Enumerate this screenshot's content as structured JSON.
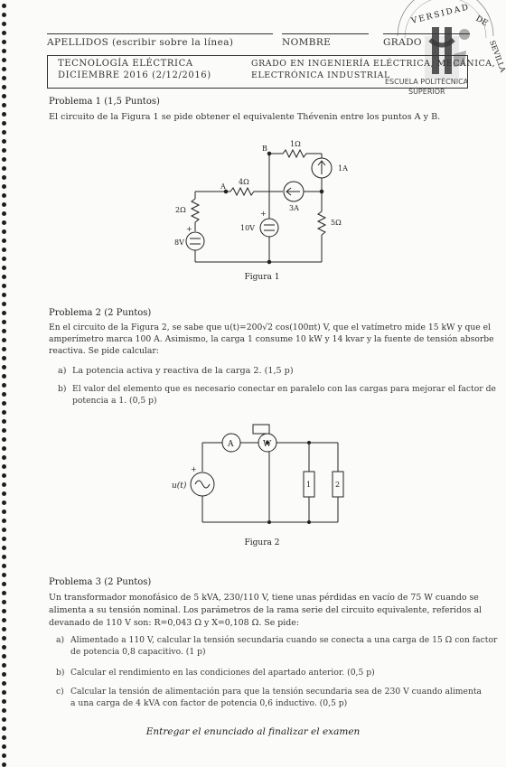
{
  "header": {
    "apellidos_label": "APELLIDOS (escribir sobre la línea)",
    "nombre_label": "NOMBRE",
    "grado_label": "GRADO",
    "subject": "TECNOLOGÍA ELÉCTRICA",
    "date": "DICIEMBRE 2016 (2/12/2016)",
    "degree_line1": "GRADO EN INGENIERÍA ELÉCTRICA, MECÁNICA,",
    "degree_line2": "ELECTRÓNICA INDUSTRIAL",
    "school_line1": "ESCUELA POLITÉCNICA",
    "school_line2": "SUPERIOR",
    "seal_text": "VERSIDAD DE SEVILLA"
  },
  "problem1": {
    "title": "Problema 1 (1,5 Puntos)",
    "text": "El circuito de la Figura 1 se pide obtener el equivalente Thévenin entre los puntos A y B.",
    "figure": {
      "caption": "Figura 1",
      "labels": {
        "r1": "1Ω",
        "r4": "4Ω",
        "r2": "2Ω",
        "r5": "5Ω",
        "i1": "1A",
        "i3": "3A",
        "v10": "10V",
        "v8": "8V",
        "a": "A",
        "b": "B",
        "plus": "+"
      }
    }
  },
  "problem2": {
    "title": "Problema 2 (2 Puntos)",
    "text_line1": "En el circuito de la Figura 2, se sabe que u(t)=200√2 cos(100πt) V, que el vatímetro mide 15 kW y que el",
    "text_line2": "amperímetro marca 100 A. Asimismo, la carga 1 consume 10 kW y 14 kvar y la fuente de tensión absorbe",
    "text_line3": "reactiva. Se pide calcular:",
    "items": [
      {
        "label": "a)",
        "text": "La potencia activa y reactiva de la carga 2. (1,5 p)"
      },
      {
        "label": "b)",
        "text_line1": "El valor del elemento que es necesario conectar en paralelo con las cargas para mejorar el factor de",
        "text_line2": "potencia a 1. (0,5 p)"
      }
    ],
    "figure": {
      "caption": "Figura 2",
      "labels": {
        "ammeter": "A",
        "wattmeter": "W",
        "source": "u(t)",
        "load1": "1",
        "load2": "2",
        "plus": "+"
      }
    }
  },
  "problem3": {
    "title": "Problema 3 (2 Puntos)",
    "text_line1": "Un transformador monofásico de 5 kVA, 230/110 V, tiene unas pérdidas en vacío de 75 W cuando se",
    "text_line2": "alimenta a su tensión nominal. Los parámetros de la rama serie del circuito equivalente, referidos al",
    "text_line3": "devanado de 110 V son: R=0,043 Ω y X=0,108 Ω. Se pide:",
    "items": [
      {
        "label": "a)",
        "text_line1": "Alimentado a 110 V, calcular la tensión secundaria cuando se conecta a una carga de 15 Ω con factor",
        "text_line2": "de potencia 0,8 capacitivo. (1 p)"
      },
      {
        "label": "b)",
        "text_line1": "Calcular el rendimiento en las condiciones del apartado anterior. (0,5 p)"
      },
      {
        "label": "c)",
        "text_line1": "Calcular la tensión de alimentación para que la tensión secundaria sea de 230 V cuando alimenta",
        "text_line2": "a una carga de 4 kVA con factor de potencia 0,6 inductivo. (0,5 p)"
      }
    ]
  },
  "footer": "Entregar el enunciado al finalizar el examen"
}
